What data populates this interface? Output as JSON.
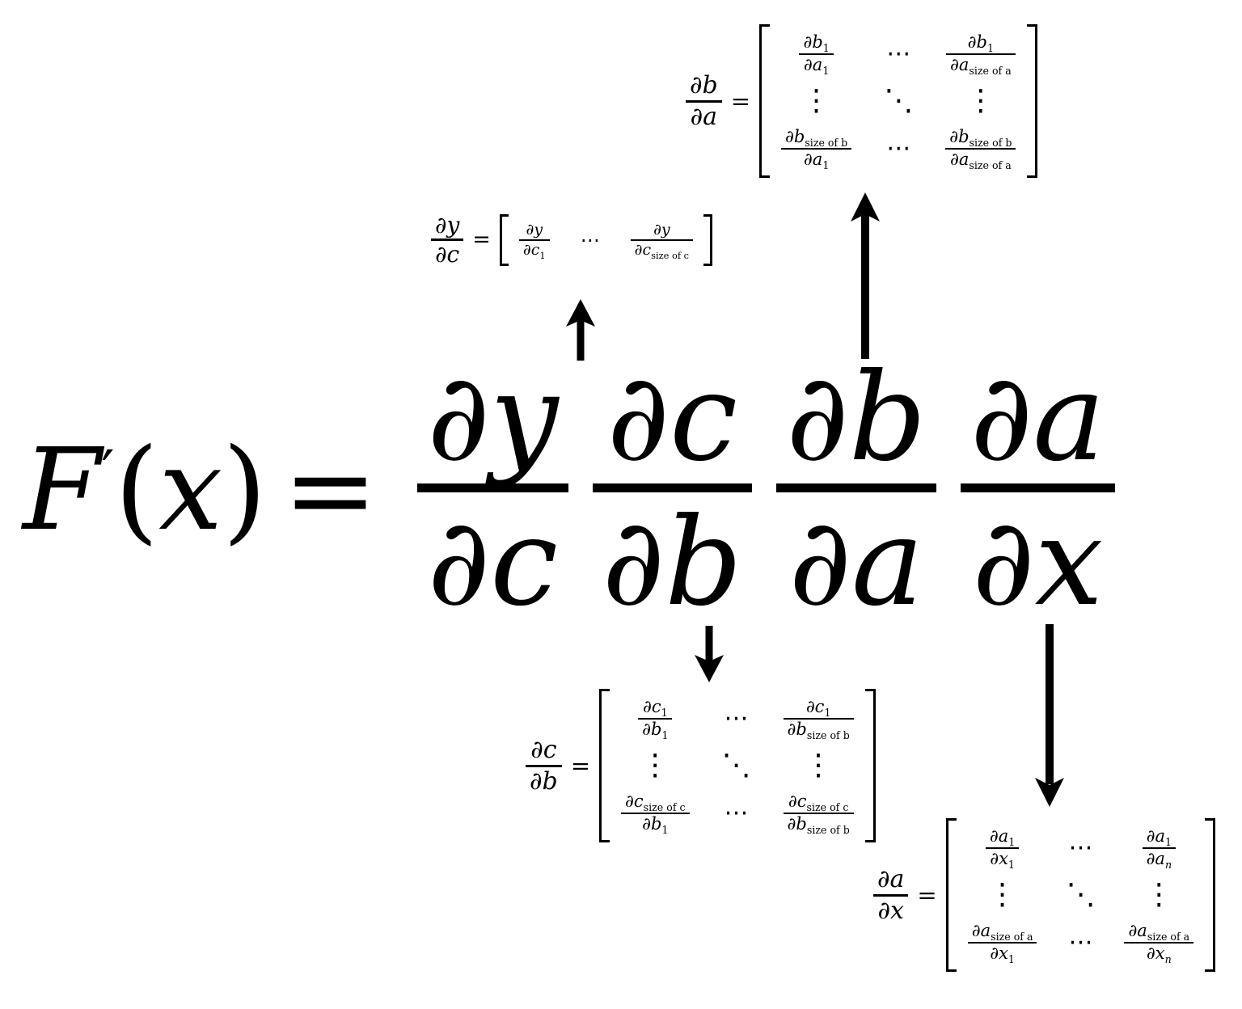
{
  "figure": {
    "description": "Chain rule Jacobian expansion diagram",
    "bg": "#ffffff",
    "ink": "#000000"
  },
  "main": {
    "func": "F",
    "prime": "′",
    "lparen": "(",
    "var": "x",
    "rparen": ")",
    "equals": "=",
    "f1": {
      "num": "∂y",
      "den": "∂c"
    },
    "f2": {
      "num": "∂c",
      "den": "∂b"
    },
    "f3": {
      "num": "∂b",
      "den": "∂a"
    },
    "f4": {
      "num": "∂a",
      "den": "∂x"
    }
  },
  "dydc": {
    "label_num": "∂y",
    "label_den": "∂c",
    "equals": "=",
    "c1": {
      "nb": "∂y",
      "db": "∂c",
      "ds": "1"
    },
    "c2": "⋯",
    "c3": {
      "nb": "∂y",
      "db": "∂c",
      "ds": "size of c"
    }
  },
  "dbda": {
    "label_num": "∂b",
    "label_den": "∂a",
    "equals": "=",
    "r1c1": {
      "nb": "∂b",
      "ns": "1",
      "db": "∂a",
      "ds": "1"
    },
    "r1c2": "⋯",
    "r1c3": {
      "nb": "∂b",
      "ns": "1",
      "db": "∂a",
      "ds": "size of a"
    },
    "r2c1": "⋮",
    "r2c2": "⋱",
    "r2c3": "⋮",
    "r3c1": {
      "nb": "∂b",
      "ns": "size of b",
      "db": "∂a",
      "ds": "1"
    },
    "r3c2": "⋯",
    "r3c3": {
      "nb": "∂b",
      "ns": "size of b",
      "db": "∂a",
      "ds": "size of a"
    }
  },
  "dcdb": {
    "label_num": "∂c",
    "label_den": "∂b",
    "equals": "=",
    "r1c1": {
      "nb": "∂c",
      "ns": "1",
      "db": "∂b",
      "ds": "1"
    },
    "r1c2": "⋯",
    "r1c3": {
      "nb": "∂c",
      "ns": "1",
      "db": "∂b",
      "ds": "size of b"
    },
    "r2c1": "⋮",
    "r2c2": "⋱",
    "r2c3": "⋮",
    "r3c1": {
      "nb": "∂c",
      "ns": "size of c",
      "db": "∂b",
      "ds": "1"
    },
    "r3c2": "⋯",
    "r3c3": {
      "nb": "∂c",
      "ns": "size of c",
      "db": "∂b",
      "ds": "size of b"
    }
  },
  "dadx": {
    "label_num": "∂a",
    "label_den": "∂x",
    "equals": "=",
    "r1c1": {
      "nb": "∂a",
      "ns": "1",
      "db": "∂x",
      "ds": "1"
    },
    "r1c2": "⋯",
    "r1c3": {
      "nb": "∂a",
      "ns": "1",
      "db": "∂a",
      "ds": "n"
    },
    "r2c1": "⋮",
    "r2c2": "⋱",
    "r2c3": "⋮",
    "r3c1": {
      "nb": "∂a",
      "ns": "size of a",
      "db": "∂x",
      "ds": "1"
    },
    "r3c2": "⋯",
    "r3c3": {
      "nb": "∂a",
      "ns": "size of a",
      "db": "∂x",
      "ds": "n"
    }
  }
}
